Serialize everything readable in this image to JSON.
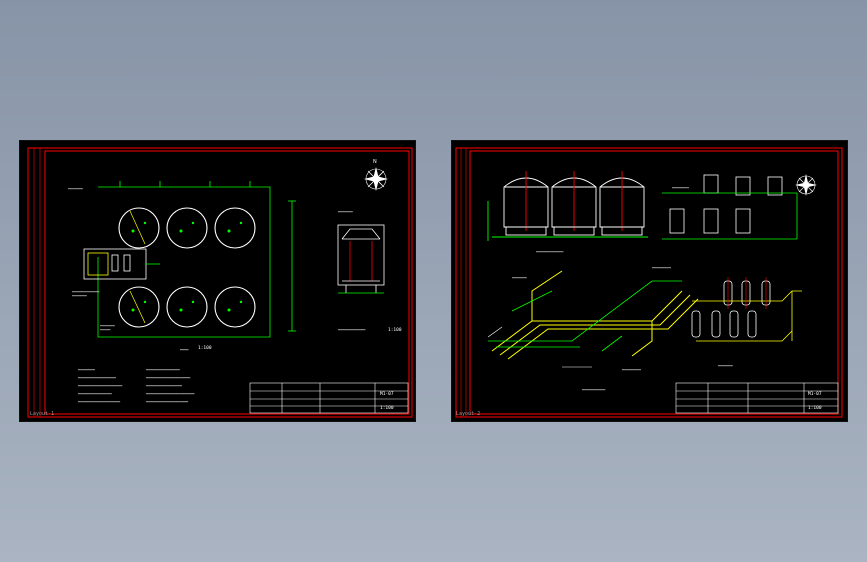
{
  "background_color": "#8e9aab",
  "colors": {
    "sheet": "#000000",
    "border": "#ff0000",
    "line": "#00ff00",
    "text": "#ffffff",
    "pipe": "#ffff00",
    "accent": "#ff0000"
  },
  "sheets": [
    {
      "label": "Layout-1",
      "title_block": {
        "drawing_no": "M1-07",
        "scale_note": "1:100",
        "plan_scale": "1:100",
        "section_scale": "1:100"
      }
    },
    {
      "label": "Layout-2",
      "title_block": {
        "drawing_no": "M1-07",
        "scale_note": "1:100"
      }
    }
  ]
}
